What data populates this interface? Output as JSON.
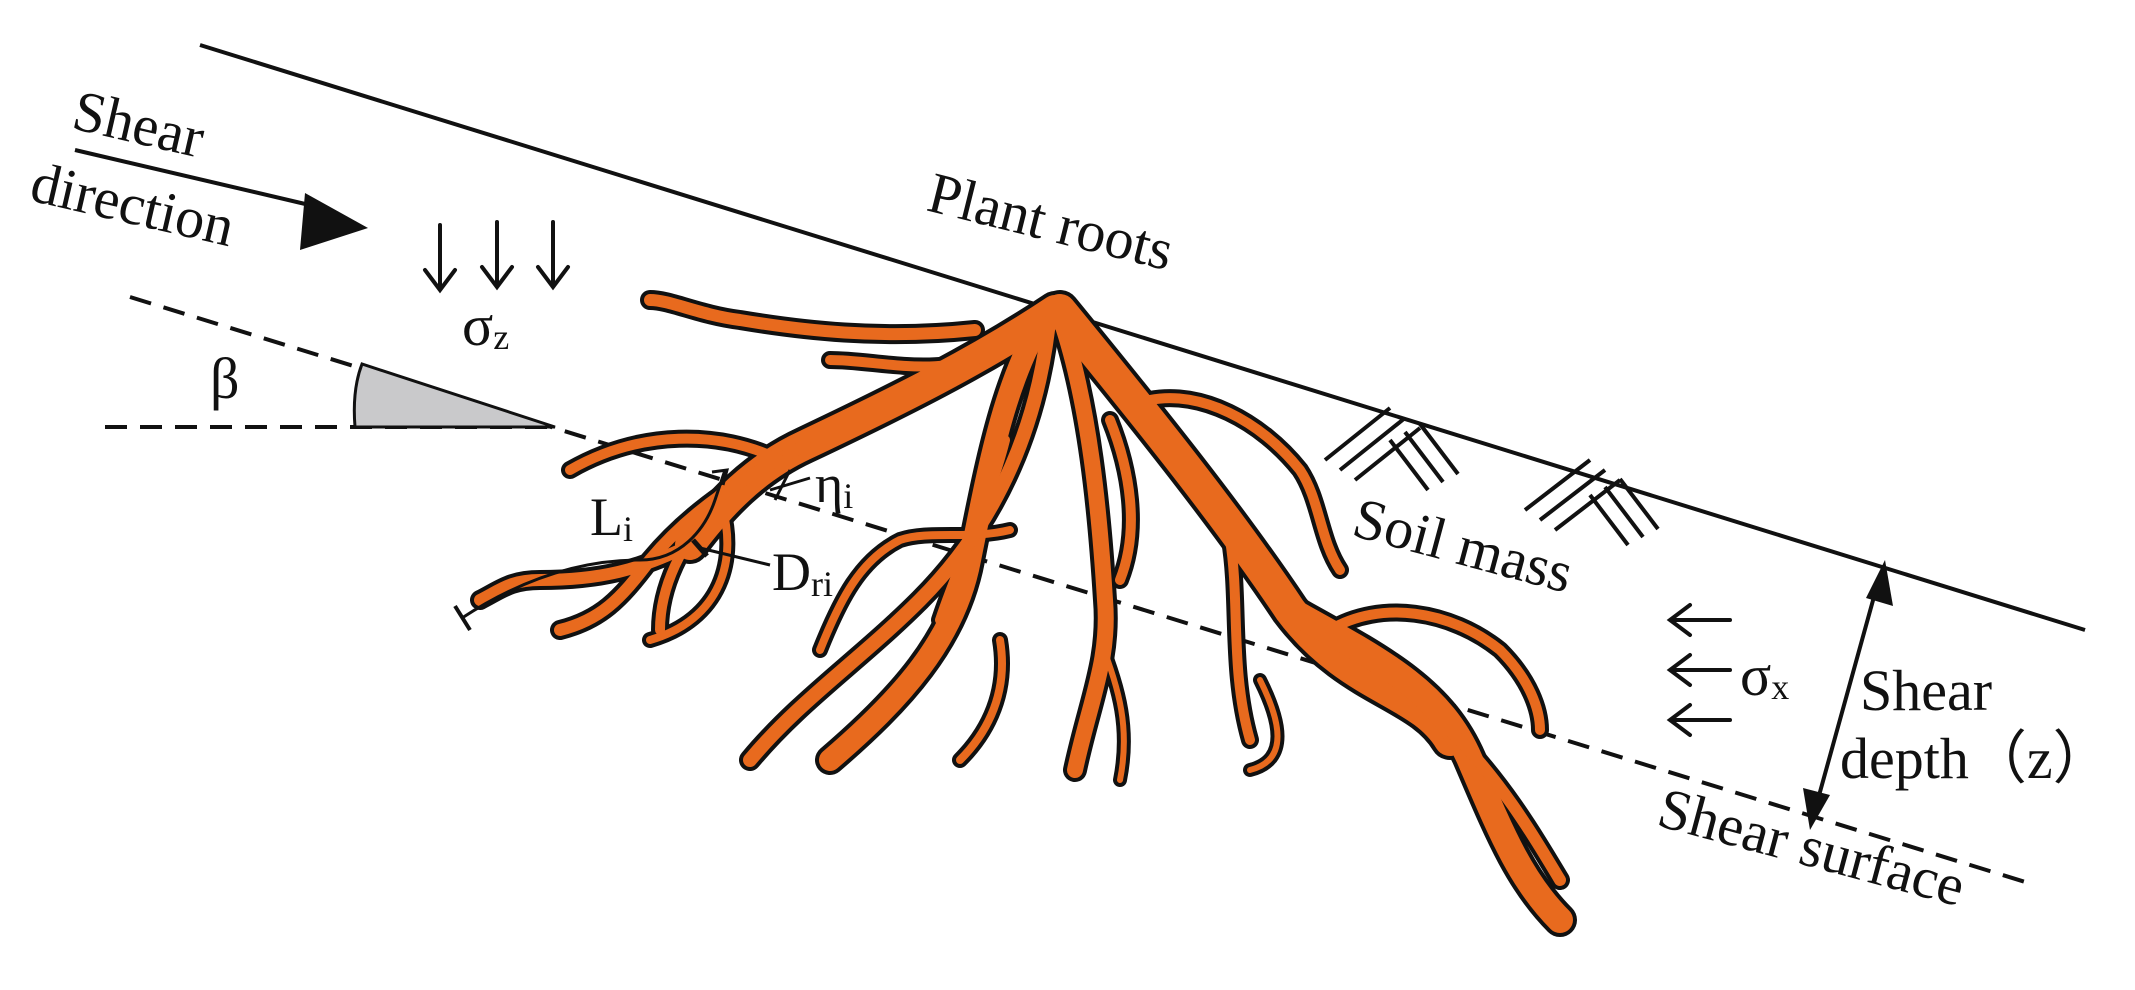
{
  "colors": {
    "root_fill": "#E86A1E",
    "outline": "#111111",
    "angle_wedge": "#C9C9CB",
    "background": "#FFFFFF"
  },
  "labels": {
    "shear_direction_line1": "Shear",
    "shear_direction_line2": "direction",
    "sigma_z": "σ",
    "sigma_z_sub": "z",
    "beta": "β",
    "plant_roots": "Plant roots",
    "eta": "η",
    "eta_sub": "i",
    "length": "L",
    "length_sub": "i",
    "diameter": "D",
    "diameter_sub": "ri",
    "soil_mass": "Soil mass",
    "sigma_x": "σ",
    "sigma_x_sub": "x",
    "shear_depth_line1": "Shear",
    "shear_depth_line2": "depth（z）",
    "shear_surface": "Shear surface"
  }
}
